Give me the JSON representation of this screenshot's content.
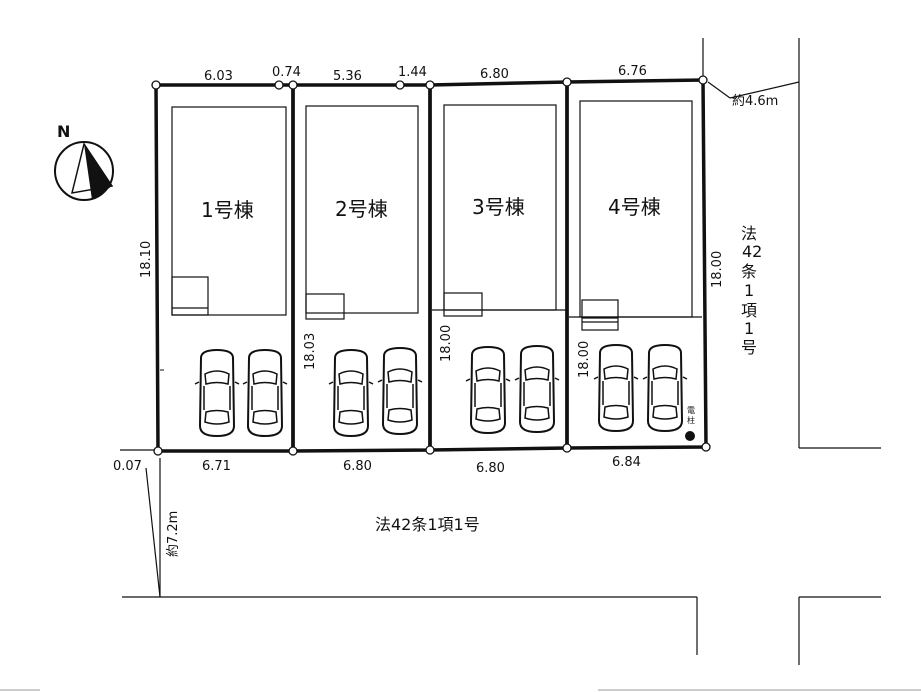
{
  "compass": {
    "label": "N"
  },
  "buildings": [
    {
      "label": "1号棟"
    },
    {
      "label": "2号棟"
    },
    {
      "label": "3号棟"
    },
    {
      "label": "4号棟"
    }
  ],
  "dimensions": {
    "top": [
      "6.03",
      "0.74",
      "5.36",
      "1.44",
      "6.80",
      "6.76"
    ],
    "bottom": [
      "6.71",
      "6.80",
      "6.80",
      "6.84"
    ],
    "bottom_left_offset": "0.07",
    "left_depth": "18.10",
    "lot2_depth": "18.03",
    "lot3_depth": "18.00",
    "lot4_depth": "18.00",
    "right_depth": "18.00"
  },
  "roads": {
    "south_label": "法42条1項1号",
    "south_width": "約7.2m",
    "east_label_chars": [
      "法",
      "42",
      "条",
      "1",
      "項",
      "1",
      "号"
    ],
    "east_width": "約4.6m"
  },
  "utility_pole": {
    "label_chars": [
      "電",
      "柱"
    ]
  }
}
